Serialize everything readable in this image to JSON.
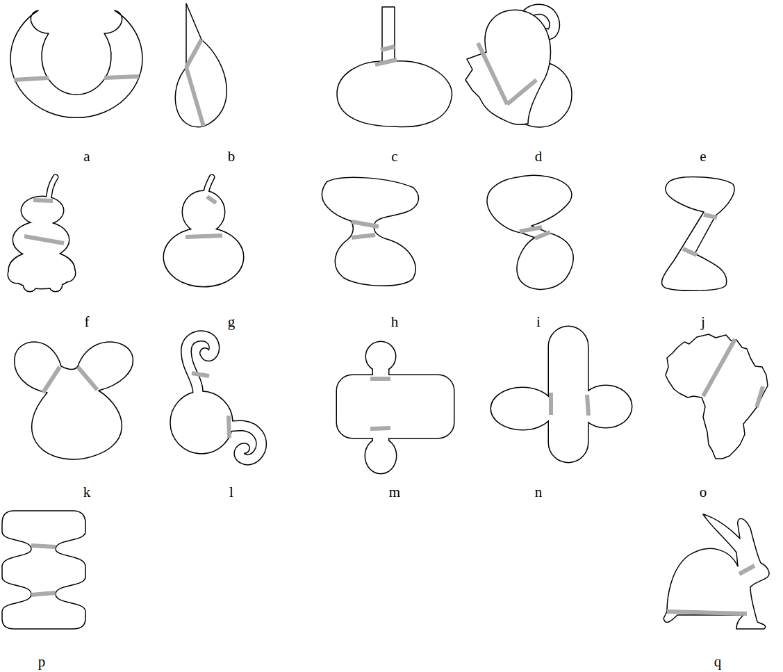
{
  "diagram": {
    "labels": [
      "a",
      "b",
      "c",
      "d",
      "e",
      "f",
      "g",
      "h",
      "i",
      "j",
      "k",
      "l",
      "m",
      "n",
      "o",
      "p",
      "q"
    ]
  }
}
